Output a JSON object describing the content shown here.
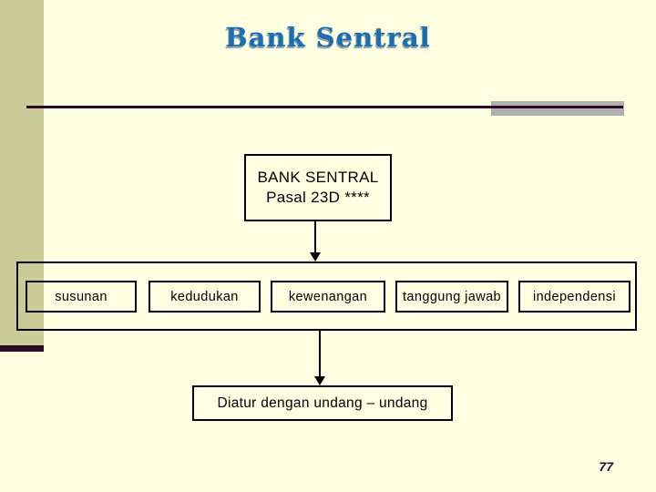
{
  "slide": {
    "title": "Bank Sentral",
    "page_number": "77",
    "colors": {
      "background": "#FFFFE2",
      "sidebar_tan": "#CBCB97",
      "accent_maroon": "#2E0928",
      "accent_gray": "#B0B0B0",
      "title_blue": "#1C6EB4",
      "line_black": "#000000"
    }
  },
  "diagram": {
    "root_box": {
      "line1": "BANK SENTRAL",
      "line2": "Pasal 23D ****"
    },
    "aspect_boxes": [
      "susunan",
      "kedudukan",
      "kewenangan",
      "tanggung jawab",
      "independensi"
    ],
    "bottom_box": "Diatur dengan undang – undang"
  }
}
